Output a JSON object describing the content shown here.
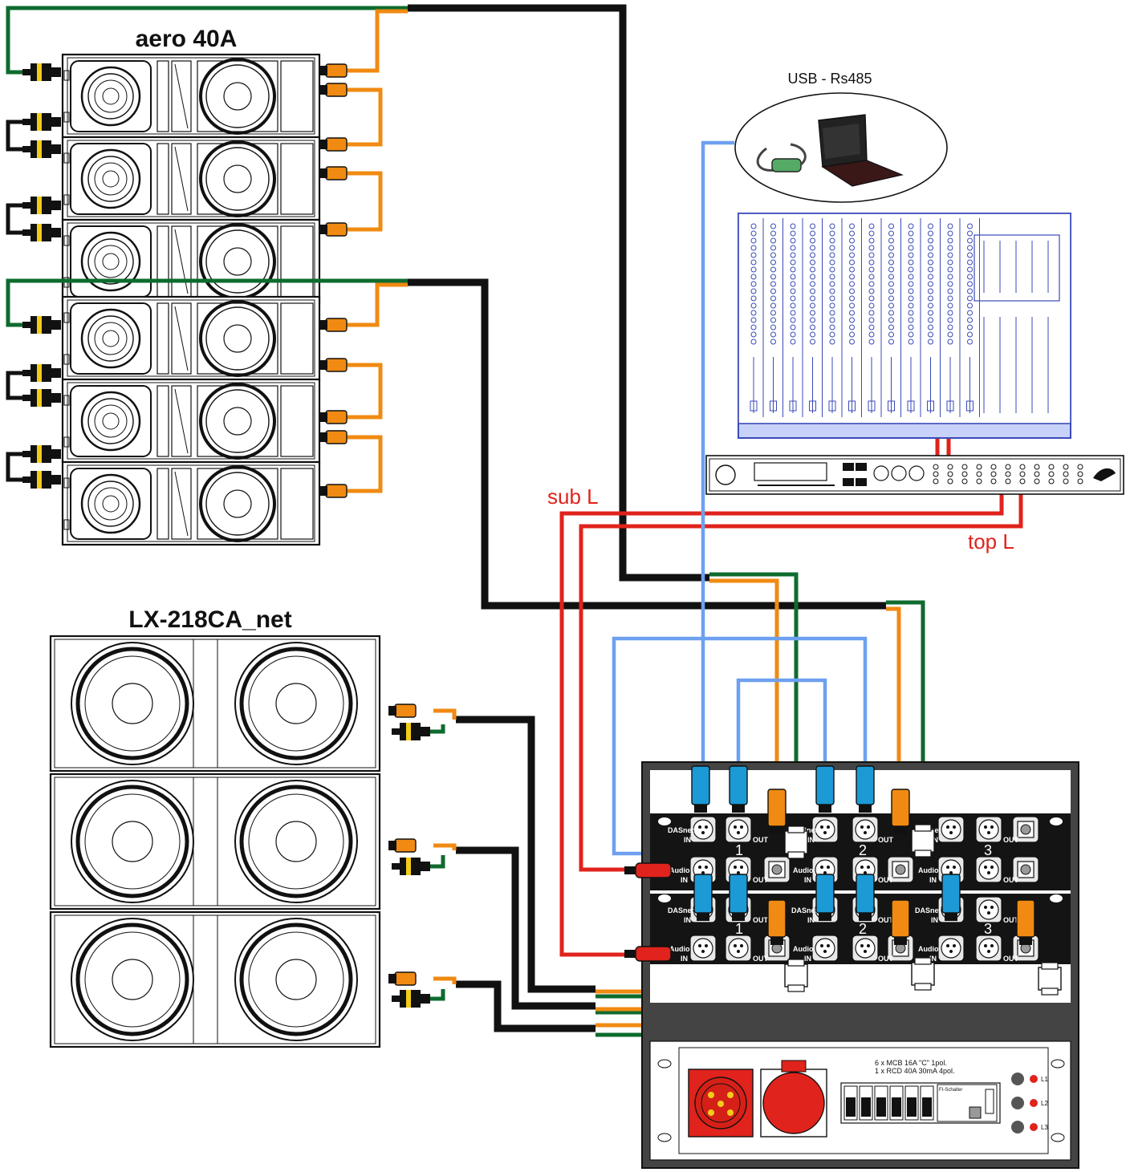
{
  "labels": {
    "array_title": "aero 40A",
    "sub_title": "LX-218CA_net",
    "usb_label": "USB - Rs485",
    "sub_l": "sub L",
    "top_l": "top L",
    "mcb_line1": "6 x MCB 16A \"C\" 1pol.",
    "mcb_line2": "1 x RCD 40A 30mA 4pol.",
    "fi_label": "FI-Schalter",
    "l1": "L1",
    "l2": "L2",
    "l3": "L3"
  },
  "rack": {
    "row1": {
      "dasnet_a": "DASnet",
      "in_a": "IN",
      "out_a": "OUT",
      "dasnet_b": "DASnet",
      "in_b": "IN",
      "out_b": "OUT",
      "dasnet_c": "DASnet",
      "in_c": "IN",
      "out_c": "OUT",
      "n1": "1",
      "n2": "2",
      "n3": "3"
    },
    "row1_audio": {
      "audio_a": "Audio",
      "in_a": "IN",
      "out_a": "OUT",
      "audio_b": "Audio",
      "in_b": "IN",
      "out_b": "OUT",
      "audio_c": "Audio",
      "in_c": "IN",
      "out_c": "OUT"
    },
    "row2": {
      "dasnet_a": "DASnet",
      "in_a": "IN",
      "out_a": "OUT",
      "dasnet_b": "DASnet",
      "in_b": "IN",
      "out_b": "OUT",
      "dasnet_c": "DASnet",
      "in_c": "IN",
      "out_c": "OUT",
      "n1": "1",
      "n2": "2",
      "n3": "3"
    },
    "row2_audio": {
      "audio_a": "Audio",
      "in_a": "IN",
      "out_a": "OUT",
      "audio_b": "Audio",
      "in_b": "IN",
      "out_b": "OUT",
      "audio_c": "Audio",
      "in_c": "IN",
      "out_c": "OUT"
    }
  },
  "colors": {
    "black_cable": "#111111",
    "green_cable": "#0e6b2e",
    "orange_cable": "#f08a12",
    "red_cable": "#e0231c",
    "blue_cable": "#6ea0f0",
    "mixer_fill": "#c8d2f8",
    "mixer_stroke": "#3a4ab8",
    "connector_blue": "#1b9ad6",
    "connector_yellow": "#f2cc1a"
  },
  "icons": {
    "speaker": "speaker-cone-icon",
    "laptop": "laptop-icon",
    "adapter": "usb-adapter-icon",
    "xlr": "xlr-connector-icon",
    "power": "cee-socket-icon"
  }
}
